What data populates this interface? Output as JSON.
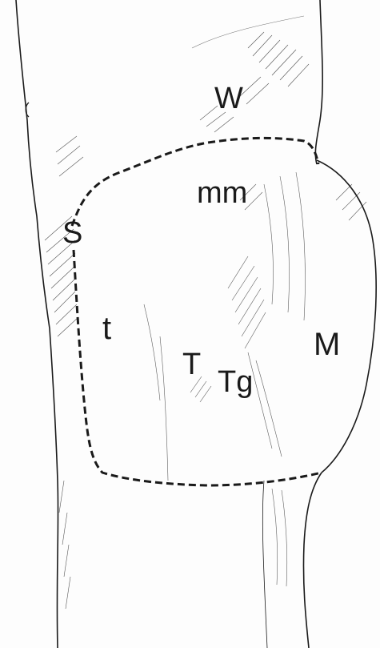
{
  "labels": {
    "W": "W",
    "mm": "mm",
    "S": "S",
    "t": "t",
    "T": "T",
    "Tg": "Tg",
    "M": "M"
  },
  "colors": {
    "ink": "#1a1a1a",
    "paper": "#fdfdfd"
  }
}
